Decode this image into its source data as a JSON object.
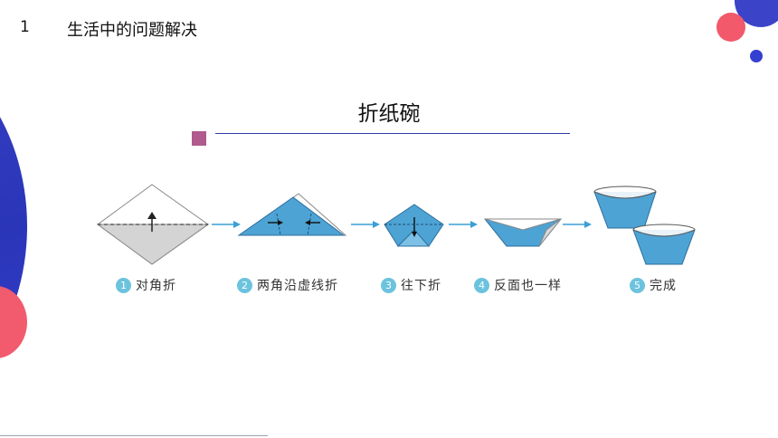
{
  "header": {
    "page_number": "1",
    "title": "生活中的问题解决"
  },
  "slide": {
    "title": "折纸碗"
  },
  "steps": [
    {
      "number": "1",
      "label": "对角折"
    },
    {
      "number": "2",
      "label": "两角沿虚线折"
    },
    {
      "number": "3",
      "label": "往下折"
    },
    {
      "number": "4",
      "label": "反面也一样"
    },
    {
      "number": "5",
      "label": "完成"
    }
  ],
  "colors": {
    "accent_blue": "#3b44c9",
    "accent_red": "#f2596b",
    "paper_blue": "#4da3d4",
    "badge": "#6cc3dd"
  },
  "icons": [
    "arrow-right-icon",
    "fold-arrow-icon"
  ]
}
